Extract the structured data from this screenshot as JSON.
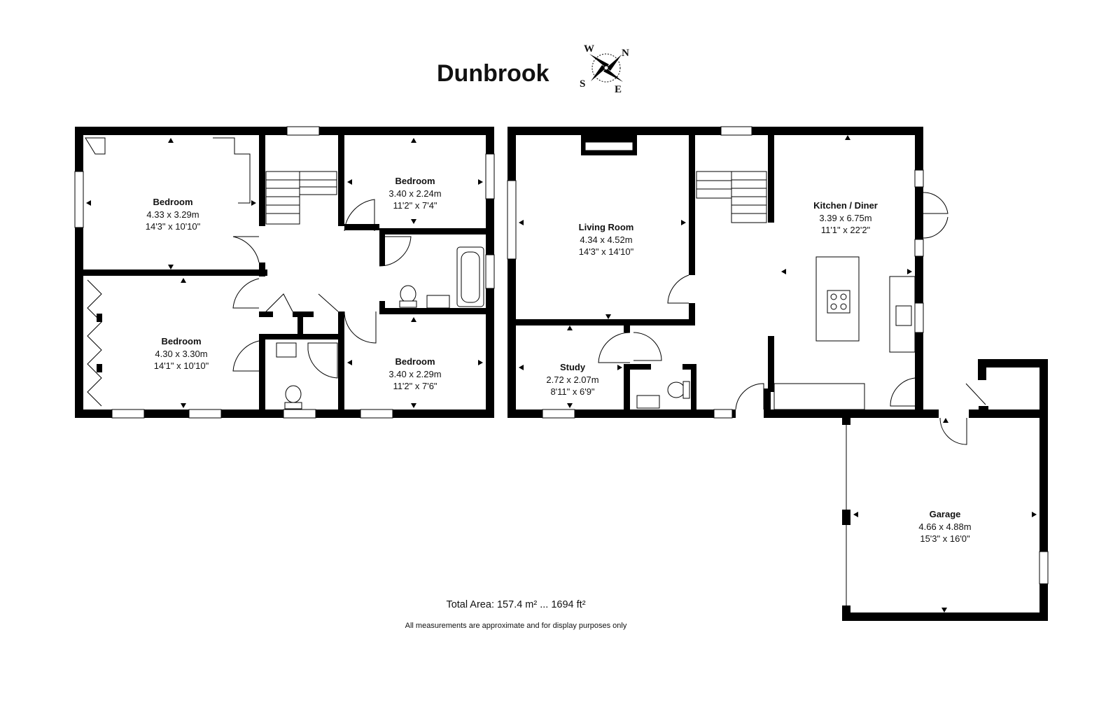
{
  "title": "Dunbrook",
  "compass": {
    "icon": "compass-rose-icon",
    "letters": {
      "w": "W",
      "n": "N",
      "s": "S",
      "e": "E"
    }
  },
  "rooms": {
    "bedroom_1": {
      "name": "Bedroom",
      "metric": "4.33 x 3.29m",
      "imperial": "14'3\" x 10'10\""
    },
    "bedroom_2": {
      "name": "Bedroom",
      "metric": "3.40 x 2.24m",
      "imperial": "11'2\" x 7'4\""
    },
    "bedroom_3": {
      "name": "Bedroom",
      "metric": "4.30 x 3.30m",
      "imperial": "14'1\" x 10'10\""
    },
    "bedroom_4": {
      "name": "Bedroom",
      "metric": "3.40 x 2.29m",
      "imperial": "11'2\" x 7'6\""
    },
    "living_room": {
      "name": "Living Room",
      "metric": "4.34 x 4.52m",
      "imperial": "14'3\" x 14'10\""
    },
    "kitchen_diner": {
      "name": "Kitchen / Diner",
      "metric": "3.39 x 6.75m",
      "imperial": "11'1\" x 22'2\""
    },
    "study": {
      "name": "Study",
      "metric": "2.72 x 2.07m",
      "imperial": "8'11\" x 6'9\""
    },
    "garage": {
      "name": "Garage",
      "metric": "4.66 x 4.88m",
      "imperial": "15'3\" x 16'0\""
    }
  },
  "footer": {
    "total_area": "Total Area: 157.4 m² ... 1694 ft²",
    "disclaimer": "All measurements are approximate and for display purposes only"
  }
}
